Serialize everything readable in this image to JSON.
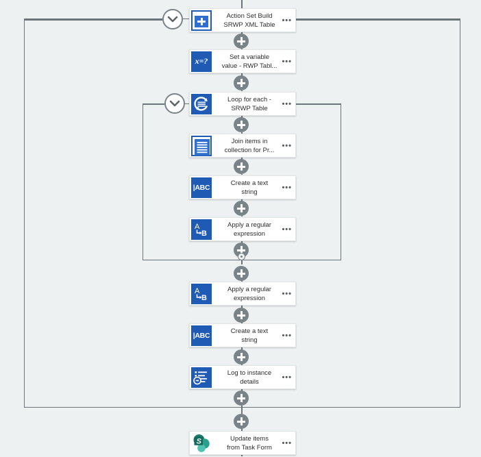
{
  "canvas": {
    "background_color": "#eef1f1",
    "container_border_color": "#6b7579",
    "connector_color": "#7a8488",
    "accent_blue": "#1f5bb5",
    "sharepoint_teal": "#1f8a72"
  },
  "containers": [
    {
      "name": "action-set-container",
      "label": ""
    },
    {
      "name": "loop-container",
      "label": ""
    }
  ],
  "nodes": [
    {
      "id": "action-set-build",
      "icon": "action-set-icon",
      "line1": "Action Set Build",
      "line2": "SRWP XML Table",
      "menu": "•••",
      "has_chevron": true
    },
    {
      "id": "set-variable-value",
      "icon": "set-variable-icon",
      "icon_text": "x=?",
      "line1": "Set a variable",
      "line2": "value - RWP Tabl...",
      "menu": "•••",
      "has_chevron": false
    },
    {
      "id": "loop-for-each",
      "icon": "loop-icon",
      "line1": "Loop for each -",
      "line2": "SRWP Table",
      "menu": "•••",
      "has_chevron": true
    },
    {
      "id": "join-items-in-collection",
      "icon": "collection-document-icon",
      "line1": "Join items in",
      "line2": "collection for Pr...",
      "menu": "•••",
      "has_chevron": false
    },
    {
      "id": "create-text-string-1",
      "icon": "text-string-icon",
      "icon_text": "|ABC",
      "line1": "Create a text",
      "line2": "string",
      "menu": "•••",
      "has_chevron": false
    },
    {
      "id": "apply-regular-expression-1",
      "icon": "regex-icon",
      "line1": "Apply a regular",
      "line2": "expression",
      "menu": "•••",
      "has_chevron": false
    },
    {
      "id": "apply-regular-expression-2",
      "icon": "regex-icon",
      "line1": "Apply a regular",
      "line2": "expression",
      "menu": "•••",
      "has_chevron": false
    },
    {
      "id": "create-text-string-2",
      "icon": "text-string-icon",
      "icon_text": "|ABC",
      "line1": "Create a text",
      "line2": "string",
      "menu": "•••",
      "has_chevron": false
    },
    {
      "id": "log-to-instance-details",
      "icon": "log-icon",
      "line1": "Log to instance",
      "line2": "details",
      "menu": "•••",
      "has_chevron": false
    },
    {
      "id": "update-items-from-task-form",
      "icon": "sharepoint-icon",
      "icon_text": "S",
      "line1": "Update items",
      "line2": "from Task Form",
      "menu": "•••",
      "has_chevron": false
    }
  ]
}
